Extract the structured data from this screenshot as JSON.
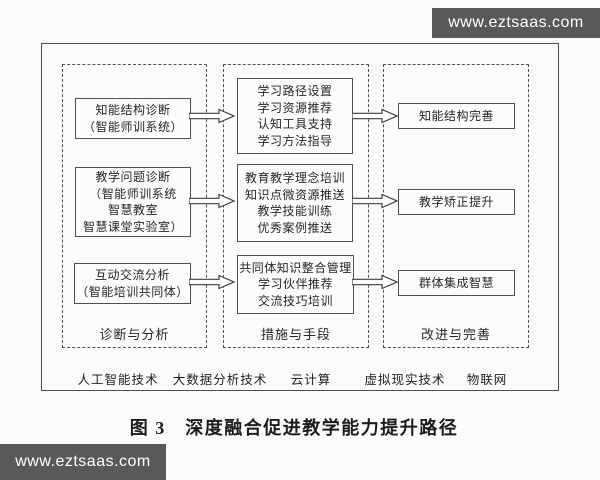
{
  "watermarks": {
    "top": "www.eztsaas.com",
    "bottom": "www.eztsaas.com"
  },
  "caption": "图 3　深度融合促进教学能力提升路径",
  "diagram": {
    "columns": [
      {
        "label": "诊断与分析",
        "boxes": [
          {
            "lines": [
              "知能结构诊断",
              "（智能师训系统）"
            ]
          },
          {
            "lines": [
              "教学问题诊断",
              "（智能师训系统",
              "智慧教室",
              "智慧课堂实验室）"
            ]
          },
          {
            "lines": [
              "互动交流分析",
              "（智能培训共同体）"
            ]
          }
        ]
      },
      {
        "label": "措施与手段",
        "boxes": [
          {
            "lines": [
              "学习路径设置",
              "学习资源推荐",
              "认知工具支持",
              "学习方法指导"
            ]
          },
          {
            "lines": [
              "教育教学理念培训",
              "知识点微资源推送",
              "教学技能训练",
              "优秀案例推送"
            ]
          },
          {
            "lines": [
              "共同体知识整合管理",
              "学习伙伴推荐",
              "交流技巧培训"
            ]
          }
        ]
      },
      {
        "label": "改进与完善",
        "boxes": [
          {
            "lines": [
              "知能结构完善"
            ]
          },
          {
            "lines": [
              "教学矫正提升"
            ]
          },
          {
            "lines": [
              "群体集成智慧"
            ]
          }
        ]
      }
    ],
    "technologies": [
      "人工智能技术",
      "大数据分析技术",
      "云计算",
      "虚拟现实技术",
      "物联网"
    ]
  },
  "colors": {
    "watermark_bg": "#58595b",
    "border": "#4f4f4f",
    "text": "#262626",
    "background": "#fbfbfb"
  }
}
